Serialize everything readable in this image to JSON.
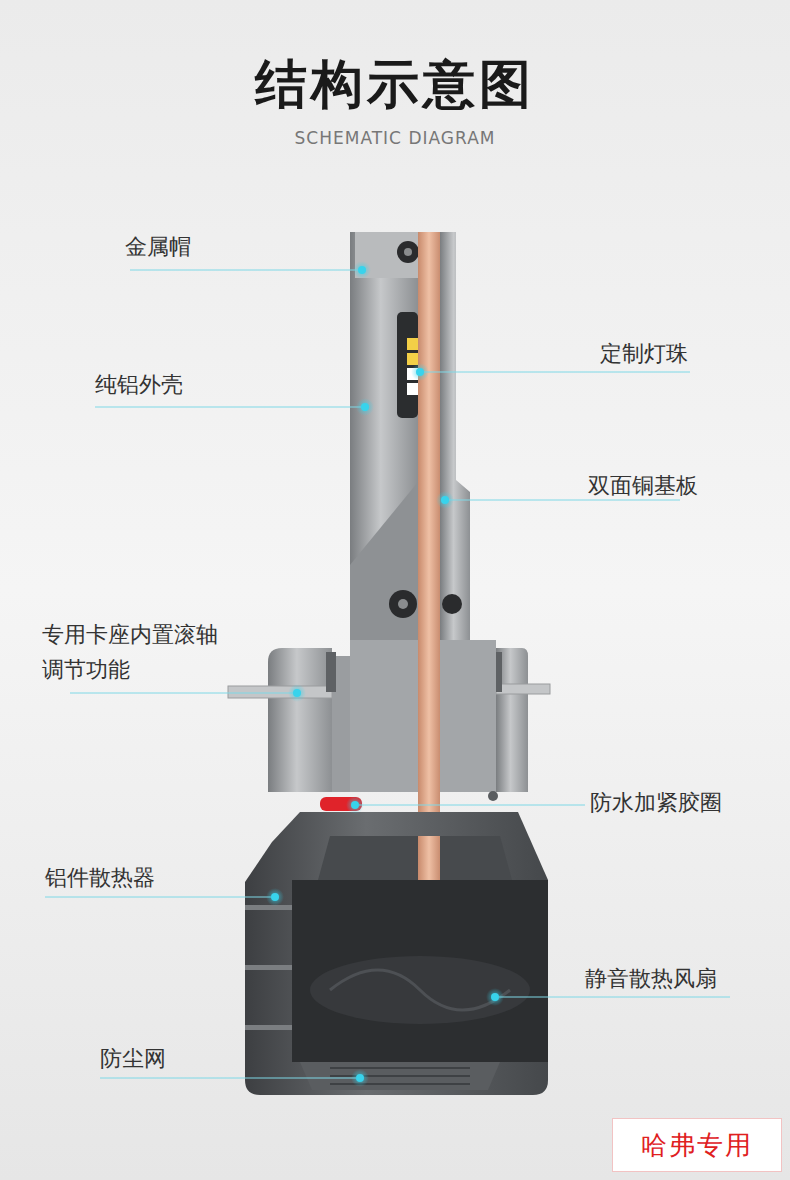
{
  "diagram": {
    "title": "结构示意图",
    "nodes": [
      {
        "text": [
          "哈弗专用"
        ]
      }
    ],
    "labels": [
      "SCHEMATIC DIAGRAM",
      "金属帽",
      "纯铝外壳",
      "定制灯珠",
      "双面铜基板",
      "专用卡座内置滚轴 调节功能",
      "防水加紧胶圈",
      "铝件散热器",
      "静音散热风扇",
      "防尘网"
    ]
  }
}
